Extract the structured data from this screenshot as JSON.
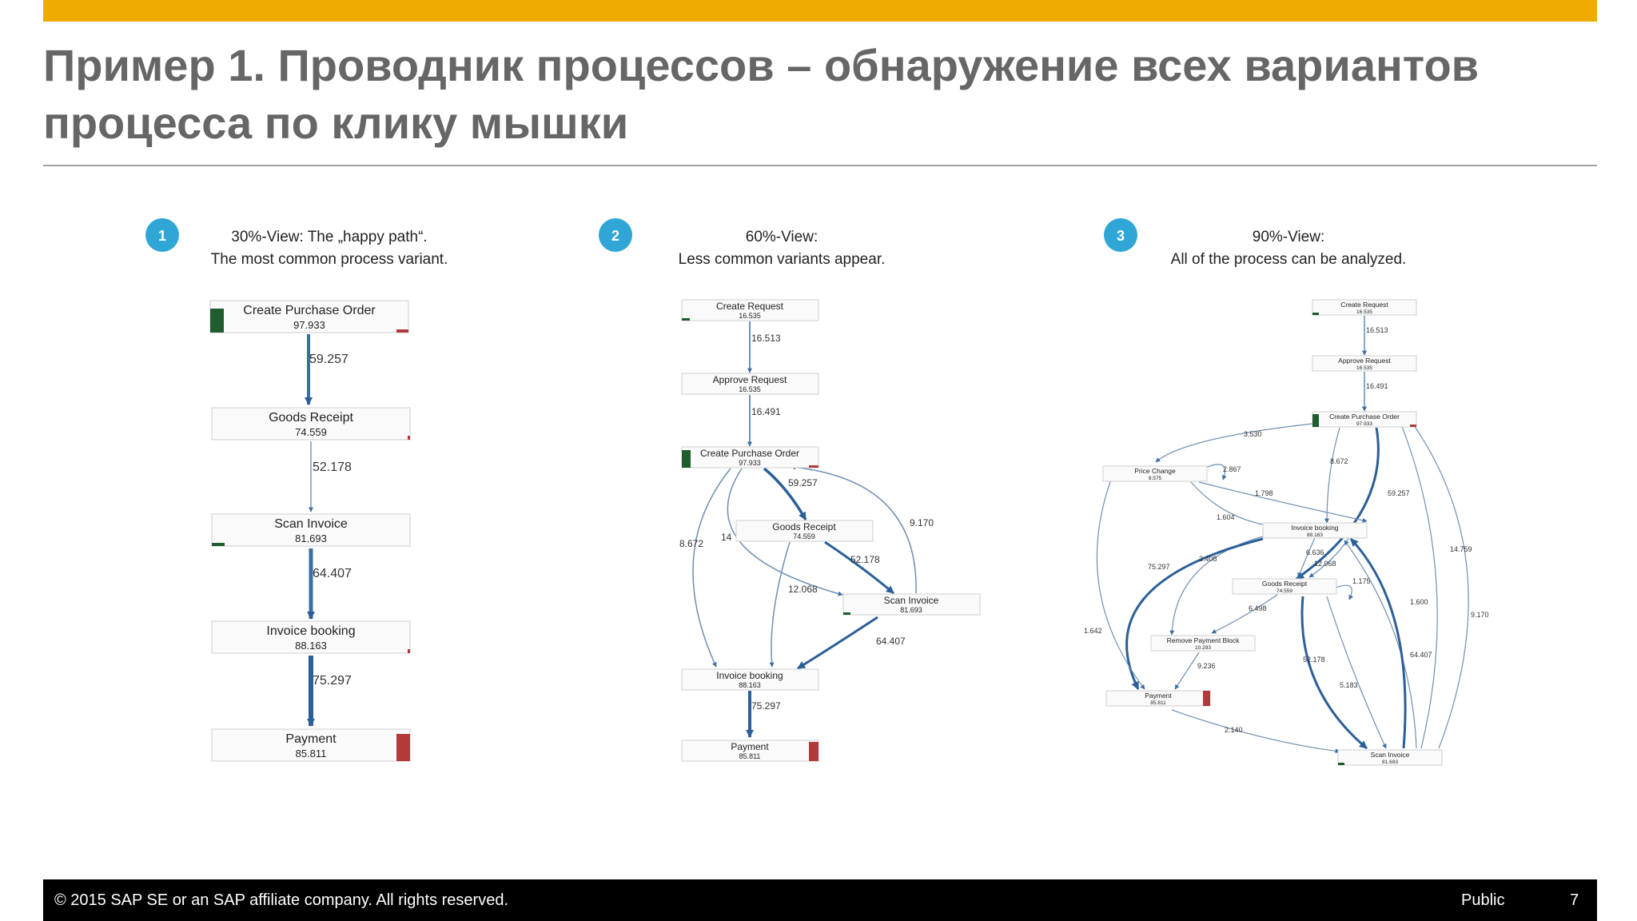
{
  "slide": {
    "title_line1": "Пример 1. Проводник процессов – обнаружение всех вариантов",
    "title_line2": "процесса по клику мышки",
    "footer_copyright": "© 2015 SAP SE or an SAP affiliate company. All rights reserved.",
    "footer_classification": "Public",
    "footer_page": "7"
  },
  "colors": {
    "accent": "#f0ab00",
    "title": "#666666",
    "badge": "#2fa6d6",
    "edge": "#3a6ea5",
    "green": "#1f5c2e",
    "red": "#b33a3a"
  },
  "panels": [
    {
      "badge": "1",
      "heading1": "30%-View: The „happy path“.",
      "heading2": "The most common process variant.",
      "nodes": [
        {
          "label": "Create Purchase Order",
          "value": "97.933"
        },
        {
          "label": "Goods Receipt",
          "value": "74.559"
        },
        {
          "label": "Scan Invoice",
          "value": "81.693"
        },
        {
          "label": "Invoice booking",
          "value": "88.163"
        },
        {
          "label": "Payment",
          "value": "85.811"
        }
      ],
      "edges": [
        "59.257",
        "52.178",
        "64.407",
        "75.297"
      ]
    },
    {
      "badge": "2",
      "heading1": "60%-View:",
      "heading2": "Less common variants appear.",
      "nodes": [
        {
          "label": "Create Request",
          "value": "16.535"
        },
        {
          "label": "Approve Request",
          "value": "16.535"
        },
        {
          "label": "Create Purchase Order",
          "value": "97.933"
        },
        {
          "label": "Goods Receipt",
          "value": "74.559"
        },
        {
          "label": "Scan Invoice",
          "value": "81.693"
        },
        {
          "label": "Invoice booking",
          "value": "88.163"
        },
        {
          "label": "Payment",
          "value": "85.811"
        }
      ],
      "edges": [
        "16.513",
        "16.491",
        "59.257",
        "9.170",
        "8.672",
        "14",
        "52.178",
        "12.068",
        "64.407",
        "75.297"
      ]
    },
    {
      "badge": "3",
      "heading1": "90%-View:",
      "heading2": "All of the process can be analyzed.",
      "nodes": [
        {
          "label": "Create Request",
          "value": "16.535"
        },
        {
          "label": "Approve Request",
          "value": "16.535"
        },
        {
          "label": "Create Purchase Order",
          "value": "97.933"
        },
        {
          "label": "Price Change",
          "value": "8.575"
        },
        {
          "label": "Invoice booking",
          "value": "88.163"
        },
        {
          "label": "Goods Receipt",
          "value": "74.559"
        },
        {
          "label": "Remove Payment Block",
          "value": "10.293"
        },
        {
          "label": "Payment",
          "value": "85.811"
        },
        {
          "label": "Scan Invoice",
          "value": "81.693"
        }
      ],
      "edges": [
        "16.513",
        "16.491",
        "3.530",
        "2.867",
        "8.672",
        "59.257",
        "1.798",
        "1.604",
        "6.636",
        "12.068",
        "3.408",
        "75.297",
        "1.175",
        "6.498",
        "14.759",
        "1.600",
        "9.170",
        "1.642",
        "9.236",
        "52.178",
        "64.407",
        "5.183",
        "2.140"
      ]
    }
  ]
}
